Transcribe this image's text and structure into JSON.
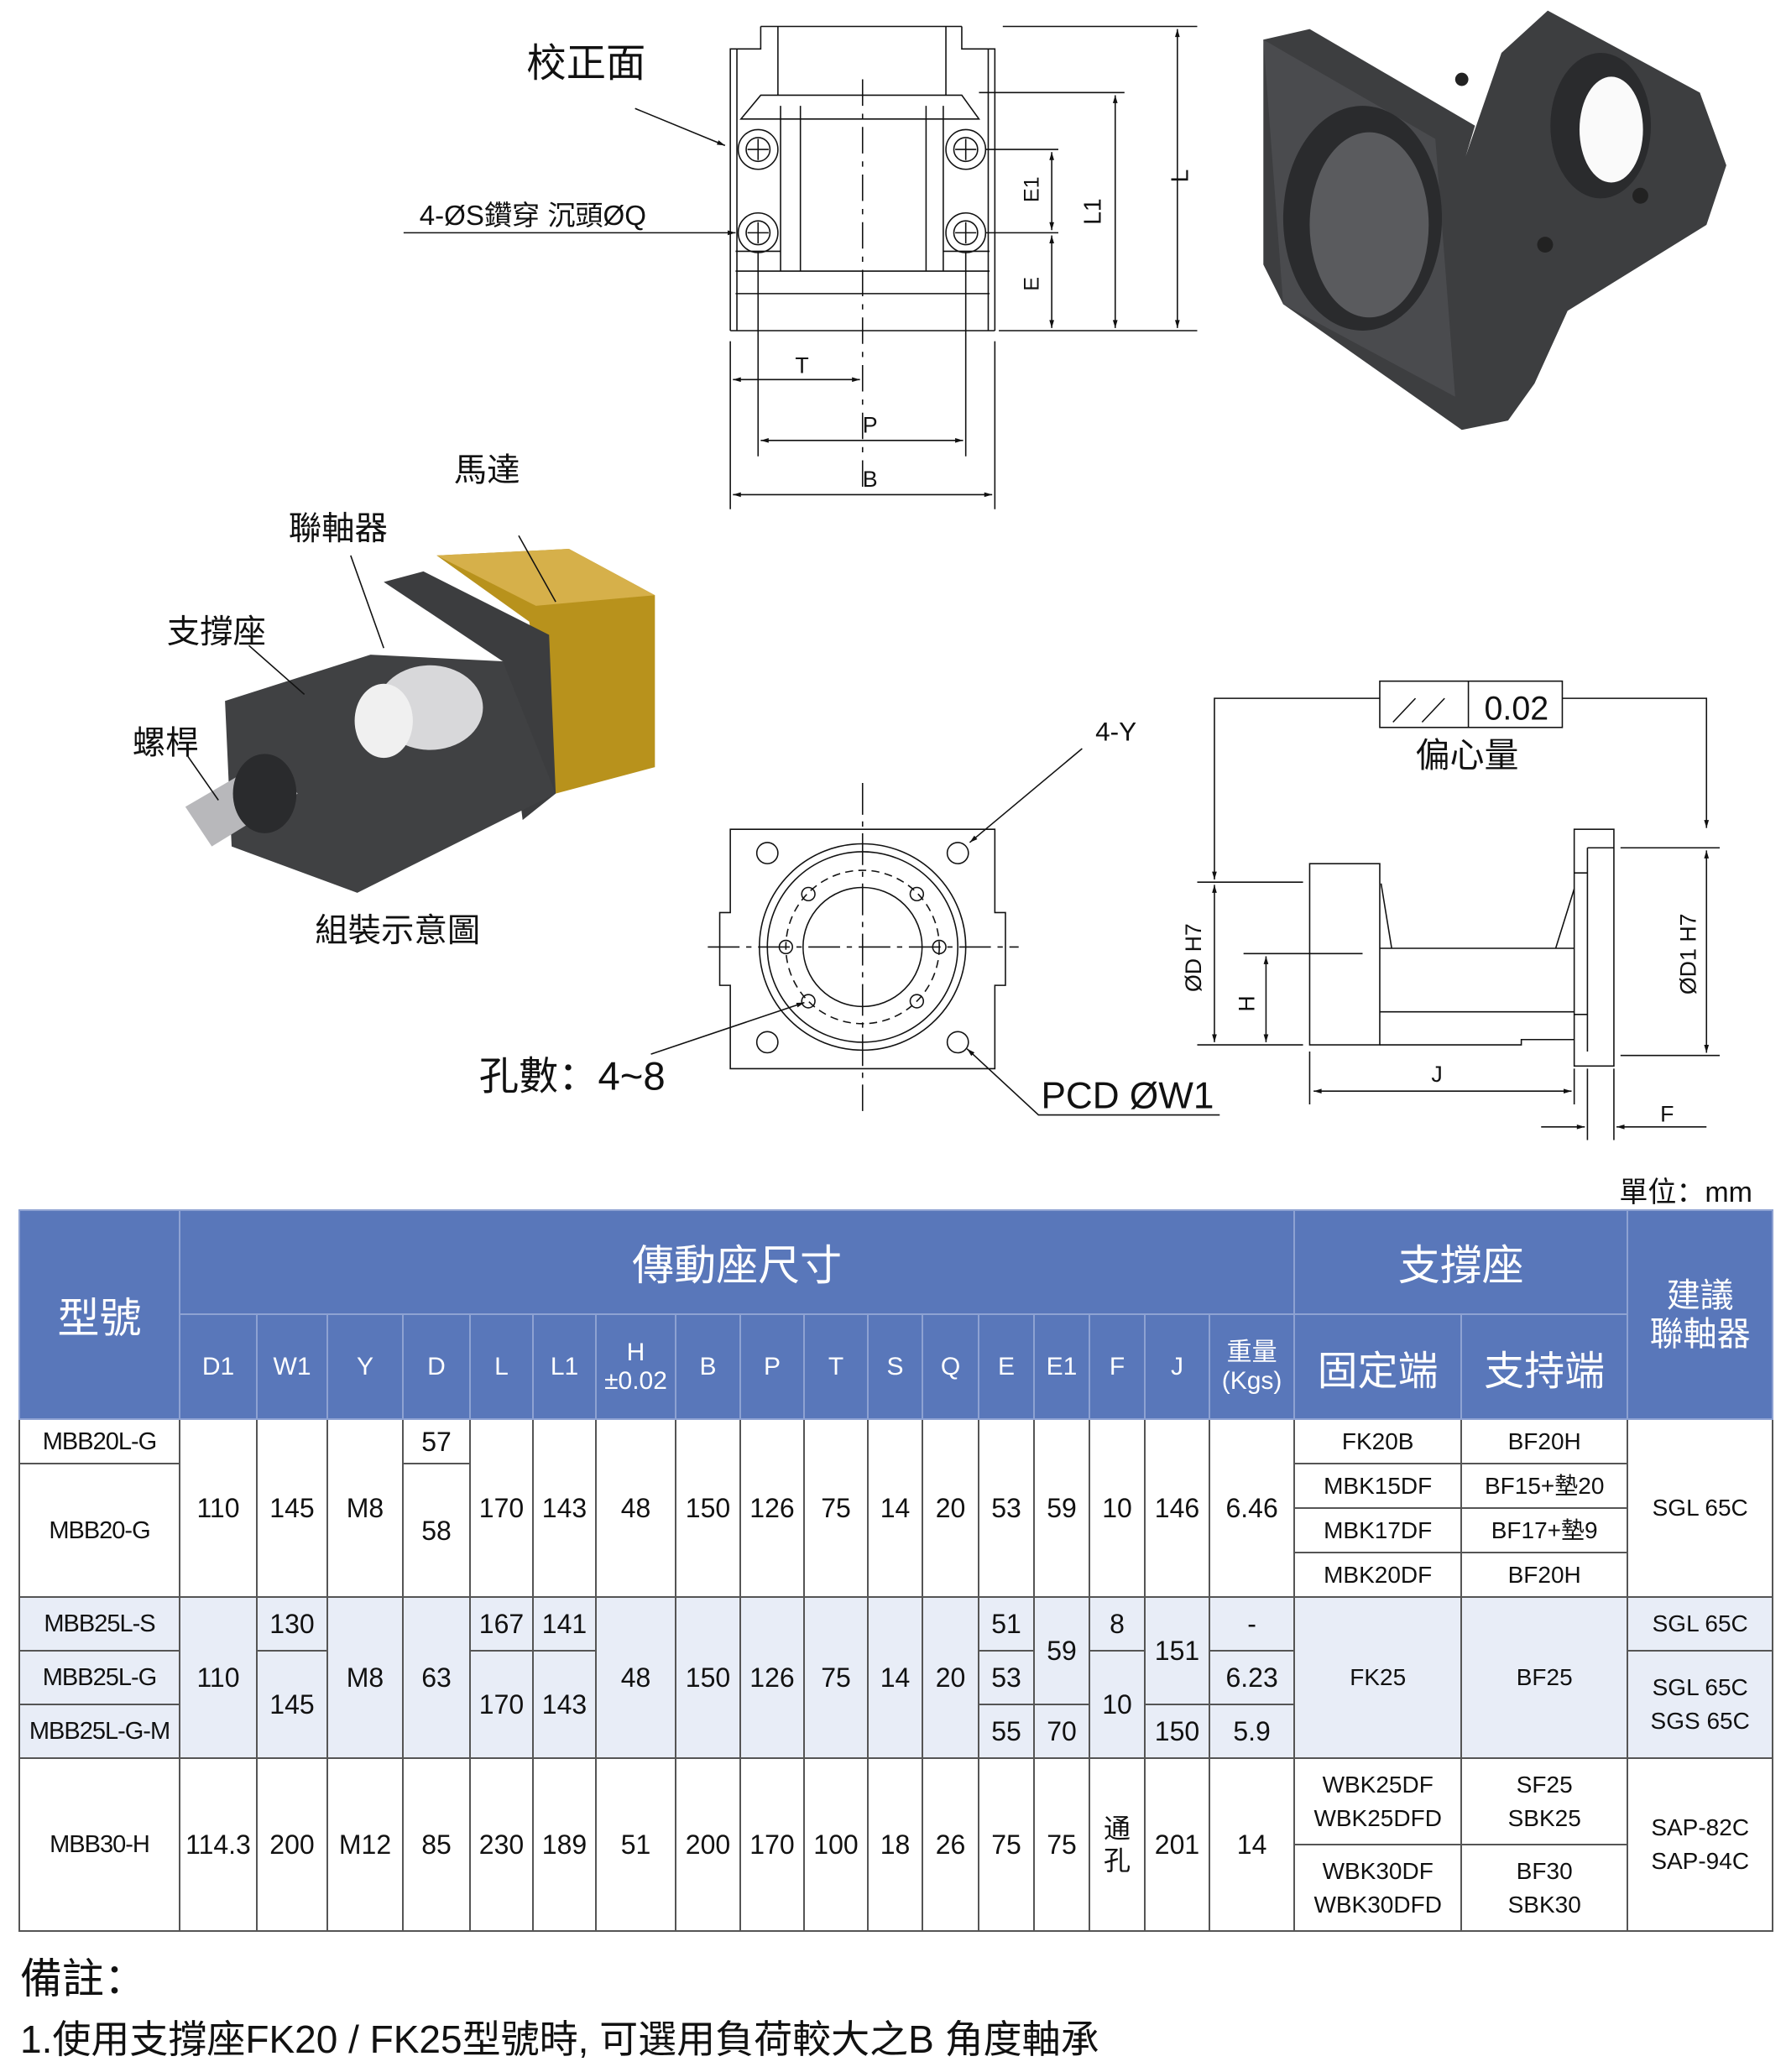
{
  "drawing_labels": {
    "calibration_face": "校正面",
    "holes_spec": "4-ØS鑽穿  沉頭ØQ",
    "dim_L": "L",
    "dim_L1": "L1",
    "dim_E": "E",
    "dim_E1": "E1",
    "dim_T": "T",
    "dim_P": "P",
    "dim_B": "B",
    "motor": "馬達",
    "coupling": "聯軸器",
    "support": "支撐座",
    "screw": "螺桿",
    "assembly_caption": "組裝示意圖",
    "y_holes": "4-Y",
    "hole_count": "孔數：4~8",
    "pcd": "PCD   ØW1",
    "tolerance_value": "0.02",
    "eccentricity": "偏心量",
    "dim_D": "ØD  H7",
    "dim_H": "H",
    "dim_D1": "ØD1  H7",
    "dim_J": "J",
    "dim_F": "F"
  },
  "unit_label": "單位：mm",
  "table": {
    "header": {
      "model": "型號",
      "drive_seat": "傳動座尺寸",
      "support_seat": "支撐座",
      "coupling": "建議\n聯軸器",
      "columns": [
        "D1",
        "W1",
        "Y",
        "D",
        "L",
        "L1",
        "H\n±0.02",
        "B",
        "P",
        "T",
        "S",
        "Q",
        "E",
        "E1",
        "F",
        "J",
        "重量\n(Kgs)"
      ],
      "fixed_end": "固定端",
      "support_end": "支持端"
    },
    "groups": [
      {
        "shaded": false,
        "cls": "g1",
        "rows": [
          [
            {
              "t": "MBB20L-G",
              "c": "model"
            },
            {
              "t": "110",
              "rs": 4
            },
            {
              "t": "145",
              "rs": 4
            },
            {
              "t": "M8",
              "rs": 4
            },
            {
              "t": "57"
            },
            {
              "t": "170",
              "rs": 4
            },
            {
              "t": "143",
              "rs": 4
            },
            {
              "t": "48",
              "rs": 4
            },
            {
              "t": "150",
              "rs": 4
            },
            {
              "t": "126",
              "rs": 4
            },
            {
              "t": "75",
              "rs": 4
            },
            {
              "t": "14",
              "rs": 4
            },
            {
              "t": "20",
              "rs": 4
            },
            {
              "t": "53",
              "rs": 4
            },
            {
              "t": "59",
              "rs": 4
            },
            {
              "t": "10",
              "rs": 4
            },
            {
              "t": "146",
              "rs": 4
            },
            {
              "t": "6.46",
              "rs": 4
            },
            {
              "t": "FK20B",
              "c": "small"
            },
            {
              "t": "BF20H",
              "c": "small"
            },
            {
              "t": "SGL  65C",
              "rs": 4,
              "c": "small"
            }
          ],
          [
            {
              "t": "MBB20-G",
              "rs": 3,
              "c": "model"
            },
            {
              "t": "58",
              "rs": 3
            },
            {
              "t": "MBK15DF",
              "c": "small"
            },
            {
              "t": "BF15+墊20",
              "c": "small"
            }
          ],
          [
            {
              "t": "MBK17DF",
              "c": "small"
            },
            {
              "t": "BF17+墊9",
              "c": "small"
            }
          ],
          [
            {
              "t": "MBK20DF",
              "c": "small"
            },
            {
              "t": "BF20H",
              "c": "small"
            }
          ]
        ]
      },
      {
        "shaded": true,
        "cls": "g2",
        "rows": [
          [
            {
              "t": "MBB25L-S",
              "c": "model"
            },
            {
              "t": "110",
              "rs": 3
            },
            {
              "t": "130"
            },
            {
              "t": "M8",
              "rs": 3
            },
            {
              "t": "63",
              "rs": 3
            },
            {
              "t": "167"
            },
            {
              "t": "141"
            },
            {
              "t": "48",
              "rs": 3
            },
            {
              "t": "150",
              "rs": 3
            },
            {
              "t": "126",
              "rs": 3
            },
            {
              "t": "75",
              "rs": 3
            },
            {
              "t": "14",
              "rs": 3
            },
            {
              "t": "20",
              "rs": 3
            },
            {
              "t": "51"
            },
            {
              "t": "59",
              "rs": 2
            },
            {
              "t": "8"
            },
            {
              "t": "151",
              "rs": 2
            },
            {
              "t": "-"
            },
            {
              "t": "FK25",
              "rs": 3,
              "c": "small"
            },
            {
              "t": "BF25",
              "rs": 3,
              "c": "small"
            },
            {
              "t": "SGL  65C",
              "c": "small"
            }
          ],
          [
            {
              "t": "MBB25L-G",
              "c": "model"
            },
            {
              "t": "145",
              "rs": 2
            },
            {
              "t": "170",
              "rs": 2
            },
            {
              "t": "143",
              "rs": 2
            },
            {
              "t": "53"
            },
            {
              "t": "10",
              "rs": 2
            },
            {
              "t": "6.23"
            },
            {
              "t": "SGL  65C\nSGS  65C",
              "rs": 2,
              "c": "small"
            }
          ],
          [
            {
              "t": "MBB25L-G-M",
              "c": "model"
            },
            {
              "t": "55"
            },
            {
              "t": "70"
            },
            {
              "t": "150"
            },
            {
              "t": "5.9"
            }
          ]
        ]
      },
      {
        "shaded": false,
        "cls": "g3",
        "rows": [
          [
            {
              "t": "MBB30-H",
              "rs": 2,
              "c": "model"
            },
            {
              "t": "114.3",
              "rs": 2
            },
            {
              "t": "200",
              "rs": 2
            },
            {
              "t": "M12",
              "rs": 2
            },
            {
              "t": "85",
              "rs": 2
            },
            {
              "t": "230",
              "rs": 2
            },
            {
              "t": "189",
              "rs": 2
            },
            {
              "t": "51",
              "rs": 2
            },
            {
              "t": "200",
              "rs": 2
            },
            {
              "t": "170",
              "rs": 2
            },
            {
              "t": "100",
              "rs": 2
            },
            {
              "t": "18",
              "rs": 2
            },
            {
              "t": "26",
              "rs": 2
            },
            {
              "t": "75",
              "rs": 2
            },
            {
              "t": "75",
              "rs": 2
            },
            {
              "t": "通\n孔",
              "rs": 2
            },
            {
              "t": "201",
              "rs": 2
            },
            {
              "t": "14",
              "rs": 2
            },
            {
              "t": "WBK25DF\nWBK25DFD",
              "c": "small"
            },
            {
              "t": "SF25\nSBK25",
              "c": "small"
            },
            {
              "t": "SAP-82C\nSAP-94C",
              "rs": 2,
              "c": "small"
            }
          ],
          [
            {
              "t": "WBK30DF\nWBK30DFD",
              "c": "small"
            },
            {
              "t": "BF30\nSBK30",
              "c": "small"
            }
          ]
        ]
      }
    ]
  },
  "notes": {
    "title": "備註：",
    "lines": [
      "1.使用支撐座FK20 / FK25型號時,  可選用負荷較大之B 角度軸承"
    ]
  }
}
